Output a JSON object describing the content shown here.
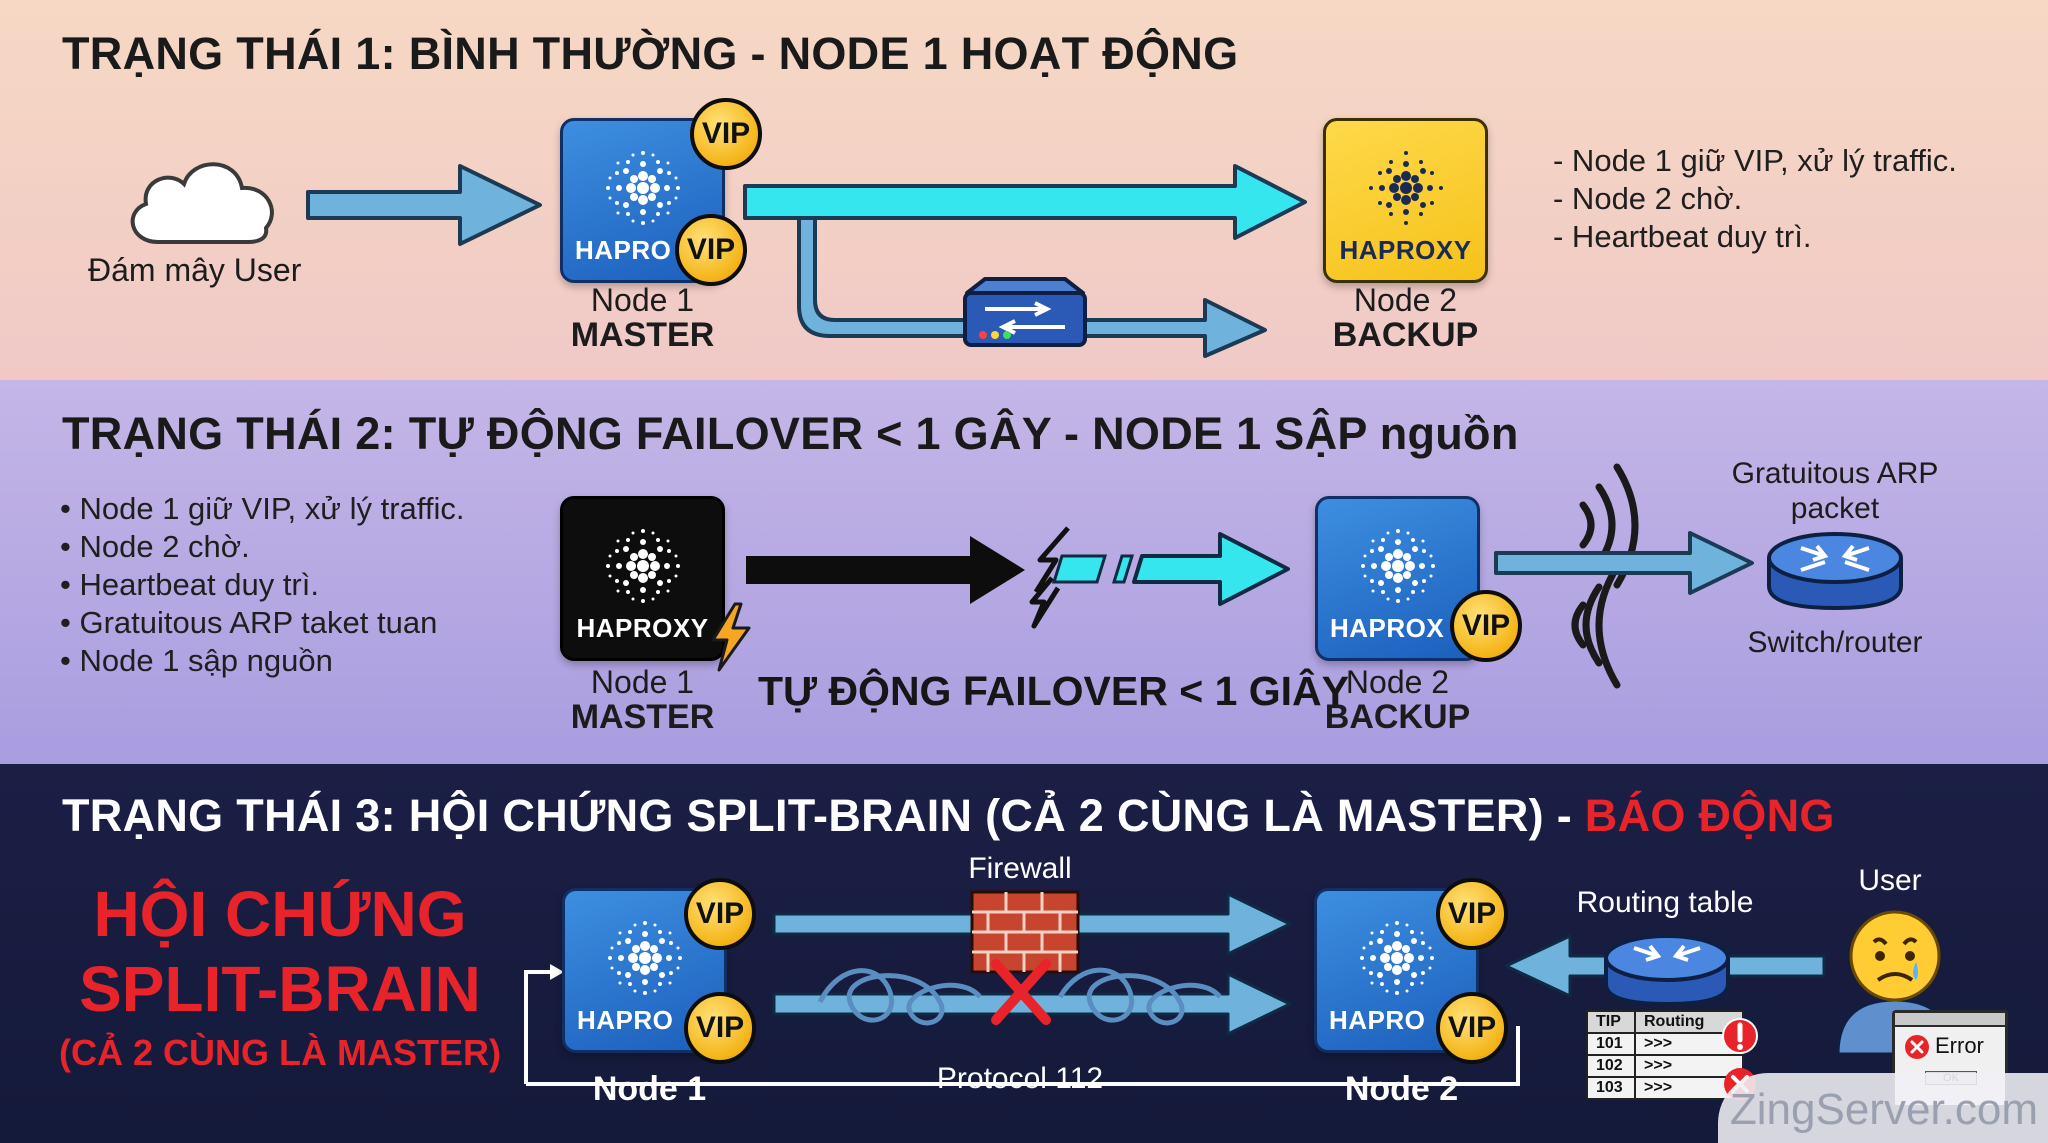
{
  "panel1": {
    "title": "TRẠNG THÁI 1: BÌNH THƯỜNG - NODE 1 HOẠT ĐỘNG",
    "cloud_label": "Đám mây User",
    "node1": {
      "logo_text": "HAPRO",
      "vip_top": "VIP",
      "vip_bottom": "VIP",
      "name": "Node 1",
      "role": "MASTER"
    },
    "node2": {
      "logo_text": "HAPROXY",
      "name": "Node 2",
      "role": "BACKUP"
    },
    "notes": [
      "- Node 1 giữ VIP, xử lý traffic.",
      "- Node 2 chờ.",
      "- Heartbeat duy trì."
    ]
  },
  "panel2": {
    "title": "TRẠNG THÁI 2: TỰ ĐỘNG FAILOVER < 1 GÂY - NODE 1 SẬP nguồn",
    "bullets": [
      "• Node 1 giữ VIP, xử lý traffic.",
      "• Node 2 chờ.",
      "• Heartbeat duy trì.",
      "• Gratuitous ARP taket tuan",
      "• Node 1 sập nguồn"
    ],
    "node1": {
      "logo_text": "HAPROXY",
      "name": "Node 1",
      "role": "MASTER"
    },
    "failover_label": "TỰ ĐỘNG FAILOVER < 1 GIÂY",
    "node2": {
      "logo_text": "HAPROX",
      "vip": "VIP",
      "name": "Node 2",
      "role": "BACKUP"
    },
    "arp_label": "Gratuitous ARP packet",
    "switch_label": "Switch/router"
  },
  "panel3": {
    "title_main": "TRẠNG THÁI 3: HỘI CHỨNG SPLIT-BRAIN (CẢ 2 CÙNG LÀ MASTER) - ",
    "title_alarm": "BÁO ĐỘNG",
    "big_line1": "HỘI CHỨNG",
    "big_line2": "SPLIT-BRAIN",
    "big_line3": "(CẢ 2 CÙNG LÀ MASTER)",
    "node1": {
      "logo_text": "HAPRO",
      "vip_top": "VIP",
      "vip_bottom": "VIP",
      "name": "Node 1"
    },
    "node2": {
      "logo_text": "HAPRO",
      "vip_top": "VIP",
      "vip_bottom": "VIP",
      "name": "Node 2"
    },
    "firewall_label": "Firewall",
    "protocol_label": "Protocol 112",
    "routing_label": "Routing table",
    "user_label": "User",
    "table": {
      "headers": [
        "TIP",
        "Routing"
      ],
      "rows": [
        [
          "101",
          ">>>"
        ],
        [
          "102",
          ">>>"
        ],
        [
          "103",
          ">>>"
        ]
      ]
    },
    "error_title": "Error",
    "error_ok": "OK"
  },
  "watermark": "ZingServer.com",
  "colors": {
    "cyan_arrow": "#36e6ef",
    "steel_arrow": "#6fb3dc",
    "alarm_red": "#e8242a",
    "vip_gold": "#f5b417",
    "node_blue": "#2a74d0"
  }
}
